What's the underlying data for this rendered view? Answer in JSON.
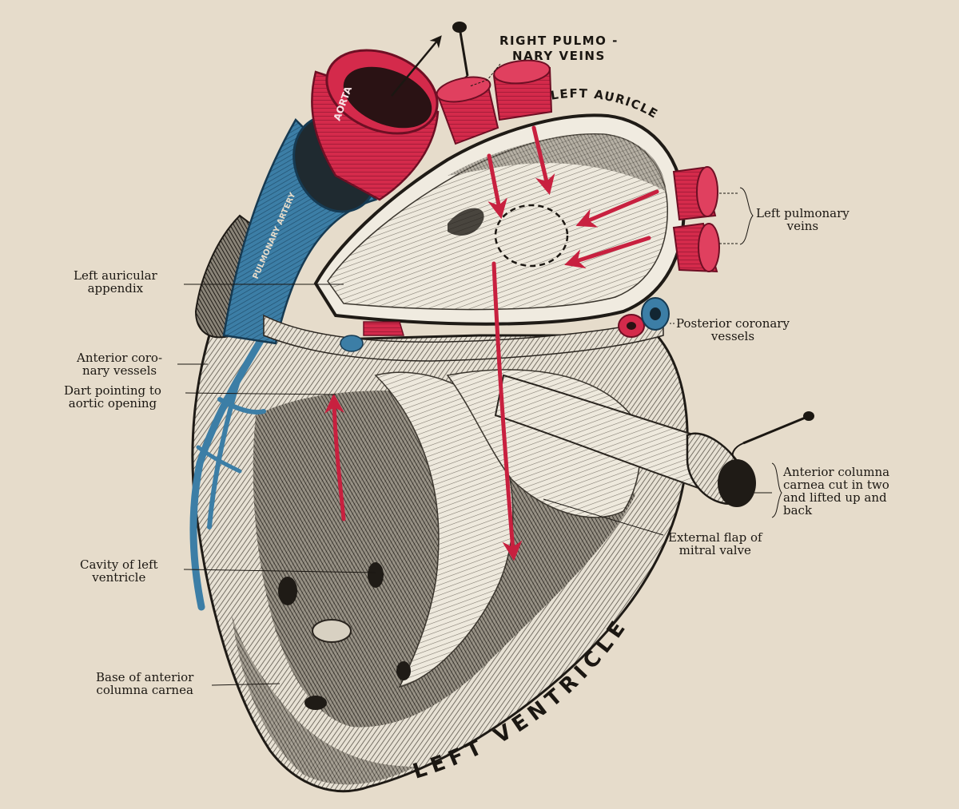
{
  "vessel_labels": {
    "aorta": "AORTA",
    "pulmonary_artery": "PULMONARY ARTERY"
  },
  "region_labels": {
    "left_auricle": "LEFT AURICLE",
    "left_ventricle": "LEFT VENTRICLE"
  },
  "labels": {
    "right_pulmonary_veins": {
      "line1": "RIGHT PULMO -",
      "line2": "NARY VEINS"
    },
    "left_pulmonary_veins": {
      "line1": "Left pulmonary",
      "line2": "veins"
    },
    "left_auricular_appendix": {
      "line1": "Left auricular",
      "line2": "appendix"
    },
    "posterior_coronary_vessels": {
      "line1": "Posterior coronary",
      "line2": "vessels"
    },
    "anterior_coronary_vessels": {
      "line1": "Anterior coro-",
      "line2": "nary vessels"
    },
    "dart_aortic_opening": {
      "line1": "Dart pointing to",
      "line2": "aortic opening"
    },
    "anterior_columna_carnea": {
      "line1": "Anterior columna",
      "line2": "carnea cut in two",
      "line3": "and lifted up and",
      "line4": "back"
    },
    "external_flap_mitral_valve": {
      "line1": "External flap of",
      "line2": "mitral valve"
    },
    "cavity_left_ventricle": {
      "line1": "Cavity of left",
      "line2": "ventricle"
    },
    "base_anterior_columna_carnea": {
      "line1": "Base of anterior",
      "line2": "columna carnea"
    }
  },
  "colors": {
    "paper": "#e6dccb",
    "artery_red": "#d42a4b",
    "vein_blue": "#3c7ea6",
    "ink": "#1b1712"
  }
}
